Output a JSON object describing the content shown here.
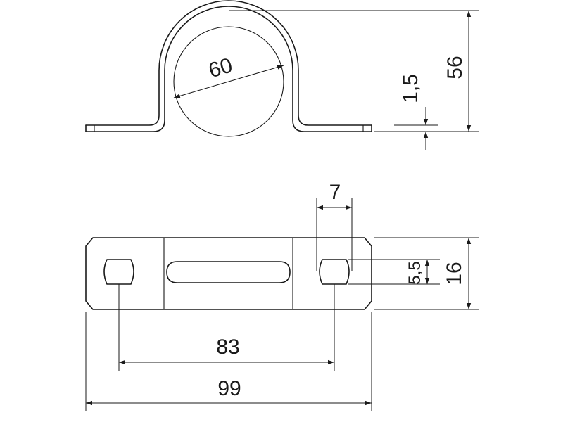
{
  "drawing": {
    "dimensions": {
      "pipe_diameter": "60",
      "material_thickness": "1,5",
      "total_height": "56",
      "slot_width": "7",
      "hole_width": "5,5",
      "strap_width": "16",
      "hole_spacing": "83",
      "total_length": "99"
    }
  }
}
